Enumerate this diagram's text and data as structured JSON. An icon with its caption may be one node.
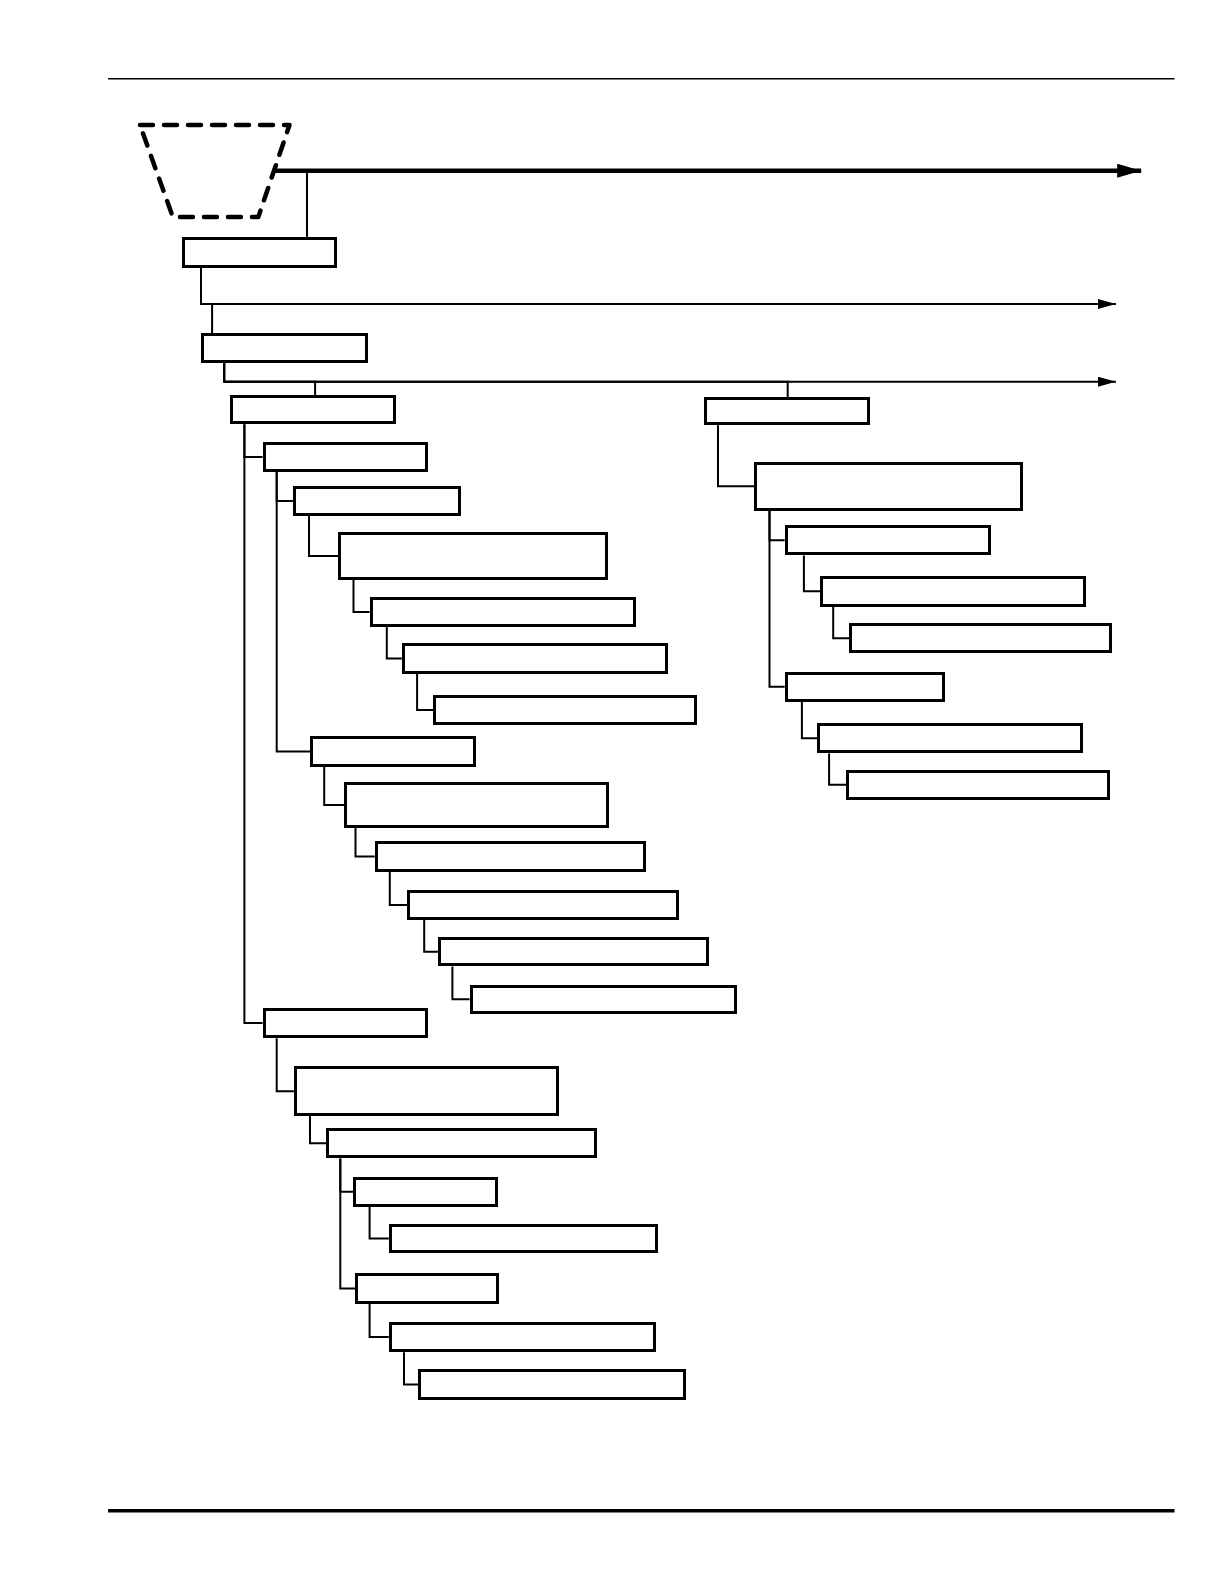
{
  "diagram": {
    "nodes": [
      {
        "text": [],
        "shape": "trapezoid"
      },
      {
        "text": [],
        "shape": "box"
      },
      {
        "text": [],
        "shape": "box"
      },
      {
        "text": [],
        "shape": "box"
      },
      {
        "text": [],
        "shape": "box"
      },
      {
        "text": [],
        "shape": "box"
      },
      {
        "text": [],
        "shape": "box"
      },
      {
        "text": [],
        "shape": "box"
      },
      {
        "text": [],
        "shape": "box"
      },
      {
        "text": [],
        "shape": "box"
      },
      {
        "text": [],
        "shape": "box"
      },
      {
        "text": [],
        "shape": "box"
      },
      {
        "text": [],
        "shape": "box"
      },
      {
        "text": [],
        "shape": "box"
      },
      {
        "text": [],
        "shape": "box"
      },
      {
        "text": [],
        "shape": "box"
      },
      {
        "text": [],
        "shape": "box"
      },
      {
        "text": [],
        "shape": "box"
      },
      {
        "text": [],
        "shape": "box"
      },
      {
        "text": [],
        "shape": "box"
      },
      {
        "text": [],
        "shape": "box"
      },
      {
        "text": [],
        "shape": "box"
      },
      {
        "text": [],
        "shape": "box"
      },
      {
        "text": [],
        "shape": "box"
      },
      {
        "text": [],
        "shape": "box"
      },
      {
        "text": [],
        "shape": "box"
      },
      {
        "text": [],
        "shape": "box"
      },
      {
        "text": [],
        "shape": "box"
      },
      {
        "text": [],
        "shape": "box"
      },
      {
        "text": [],
        "shape": "box"
      },
      {
        "text": [],
        "shape": "box"
      },
      {
        "text": [],
        "shape": "box"
      }
    ],
    "edges": [
      {
        "from": 0,
        "to": null,
        "arrow": "to",
        "style": "thick"
      },
      {
        "from": 0,
        "to": 1,
        "arrow": "none"
      },
      {
        "from": 1,
        "to": null,
        "arrow": "to"
      },
      {
        "from": 1,
        "to": 2,
        "arrow": "none"
      },
      {
        "from": 2,
        "to": null,
        "arrow": "to"
      },
      {
        "from": 2,
        "to": 3,
        "arrow": "none"
      },
      {
        "from": 2,
        "to": 4,
        "arrow": "none"
      },
      {
        "from": 3,
        "to": 5,
        "arrow": "none"
      },
      {
        "from": 5,
        "to": 6,
        "arrow": "none"
      },
      {
        "from": 6,
        "to": 7,
        "arrow": "none"
      },
      {
        "from": 7,
        "to": 8,
        "arrow": "none"
      },
      {
        "from": 8,
        "to": 9,
        "arrow": "none"
      },
      {
        "from": 9,
        "to": 10,
        "arrow": "none"
      },
      {
        "from": 5,
        "to": 11,
        "arrow": "none"
      },
      {
        "from": 11,
        "to": 12,
        "arrow": "none"
      },
      {
        "from": 12,
        "to": 13,
        "arrow": "none"
      },
      {
        "from": 13,
        "to": 14,
        "arrow": "none"
      },
      {
        "from": 14,
        "to": 15,
        "arrow": "none"
      },
      {
        "from": 15,
        "to": 16,
        "arrow": "none"
      },
      {
        "from": 3,
        "to": 17,
        "arrow": "none"
      },
      {
        "from": 17,
        "to": 18,
        "arrow": "none"
      },
      {
        "from": 18,
        "to": 19,
        "arrow": "none"
      },
      {
        "from": 19,
        "to": 20,
        "arrow": "none"
      },
      {
        "from": 20,
        "to": 21,
        "arrow": "none"
      },
      {
        "from": 19,
        "to": 22,
        "arrow": "none"
      },
      {
        "from": 22,
        "to": 23,
        "arrow": "none"
      },
      {
        "from": 23,
        "to": 24,
        "arrow": "none"
      },
      {
        "from": 4,
        "to": 25,
        "arrow": "none"
      },
      {
        "from": 25,
        "to": 26,
        "arrow": "none"
      },
      {
        "from": 26,
        "to": 27,
        "arrow": "none"
      },
      {
        "from": 27,
        "to": 28,
        "arrow": "none"
      },
      {
        "from": 25,
        "to": 29,
        "arrow": "none"
      },
      {
        "from": 29,
        "to": 30,
        "arrow": "none"
      },
      {
        "from": 30,
        "to": 31,
        "arrow": "none"
      }
    ]
  }
}
